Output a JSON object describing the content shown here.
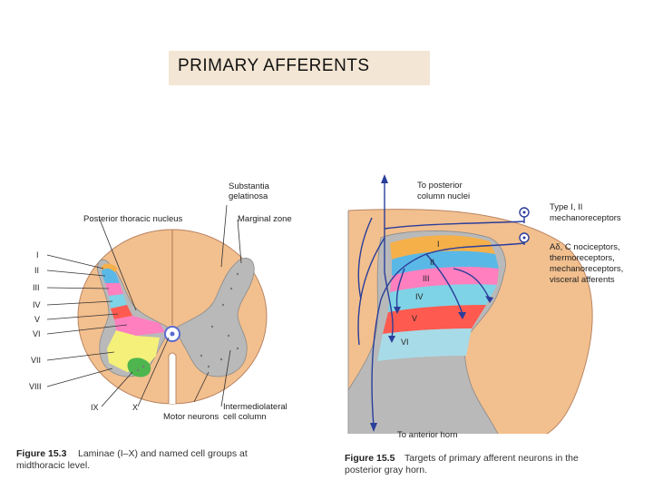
{
  "title": "PRIMARY AFFERENTS",
  "fig1": {
    "labels": {
      "substantia": [
        "Substantia",
        "gelatinosa"
      ],
      "posterior_thoracic": "Posterior thoracic nucleus",
      "marginal_zone": "Marginal zone",
      "intermediolateral": [
        "Intermediolateral",
        "cell column"
      ],
      "motor_neurons": "Motor neurons",
      "laminae": [
        "I",
        "II",
        "III",
        "IV",
        "V",
        "VI",
        "VII",
        "VIII",
        "IX",
        "X"
      ]
    },
    "caption_bold": "Figure 15.3",
    "caption_line1": "Laminae (I–X) and named cell groups at",
    "caption_line2": "midthoracic level."
  },
  "fig2": {
    "labels": {
      "posterior_column": [
        "To posterior",
        "column nuclei"
      ],
      "type_mech": [
        "Type I, II",
        "mechanoreceptors"
      ],
      "nociceptors": [
        "Aδ, C nociceptors,",
        "thermoreceptors,",
        "mechanoreceptors,",
        "visceral afferents"
      ],
      "anterior_horn": "To anterior horn",
      "laminae": [
        "I",
        "II",
        "III",
        "IV",
        "V",
        "VI"
      ]
    },
    "caption_bold": "Figure 15.5",
    "caption_line1": "Targets of primary afferent neurons in the",
    "caption_line2": "posterior gray horn."
  },
  "colors": {
    "cord": "#f2bf8e",
    "gray_matter": "#b9b9b9",
    "lamina_I": "#f5b04a",
    "lamina_II": "#5ab8e6",
    "lamina_III": "#ff7fbf",
    "lamina_IV": "#7fd3e6",
    "lamina_V": "#ff5a50",
    "lamina_VI": "#a8dbe8",
    "lamina_VII": "#f5f07a",
    "lamina_IX": "#4fb54f",
    "fiber": "#2a3e9a"
  }
}
